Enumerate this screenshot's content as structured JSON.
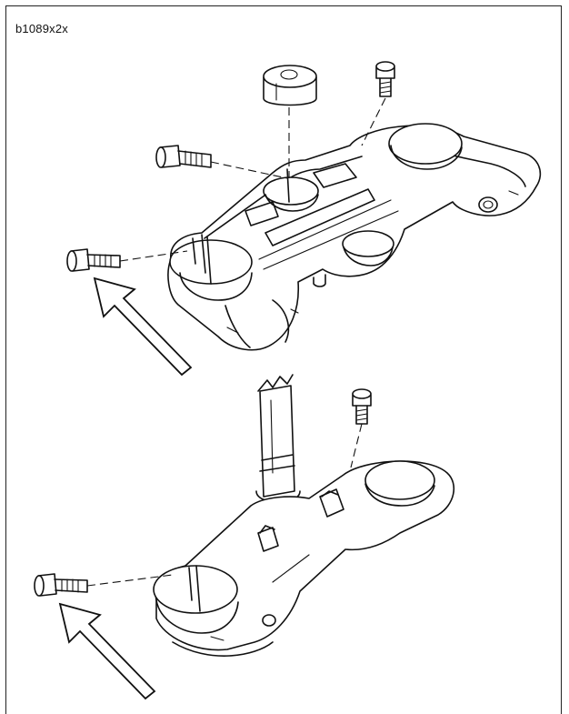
{
  "figure": {
    "reference_code": "b1089x2x"
  },
  "colors": {
    "line": "#111111",
    "background": "#ffffff"
  },
  "icons": [
    "pointer-arrow-upper",
    "pointer-arrow-lower"
  ]
}
